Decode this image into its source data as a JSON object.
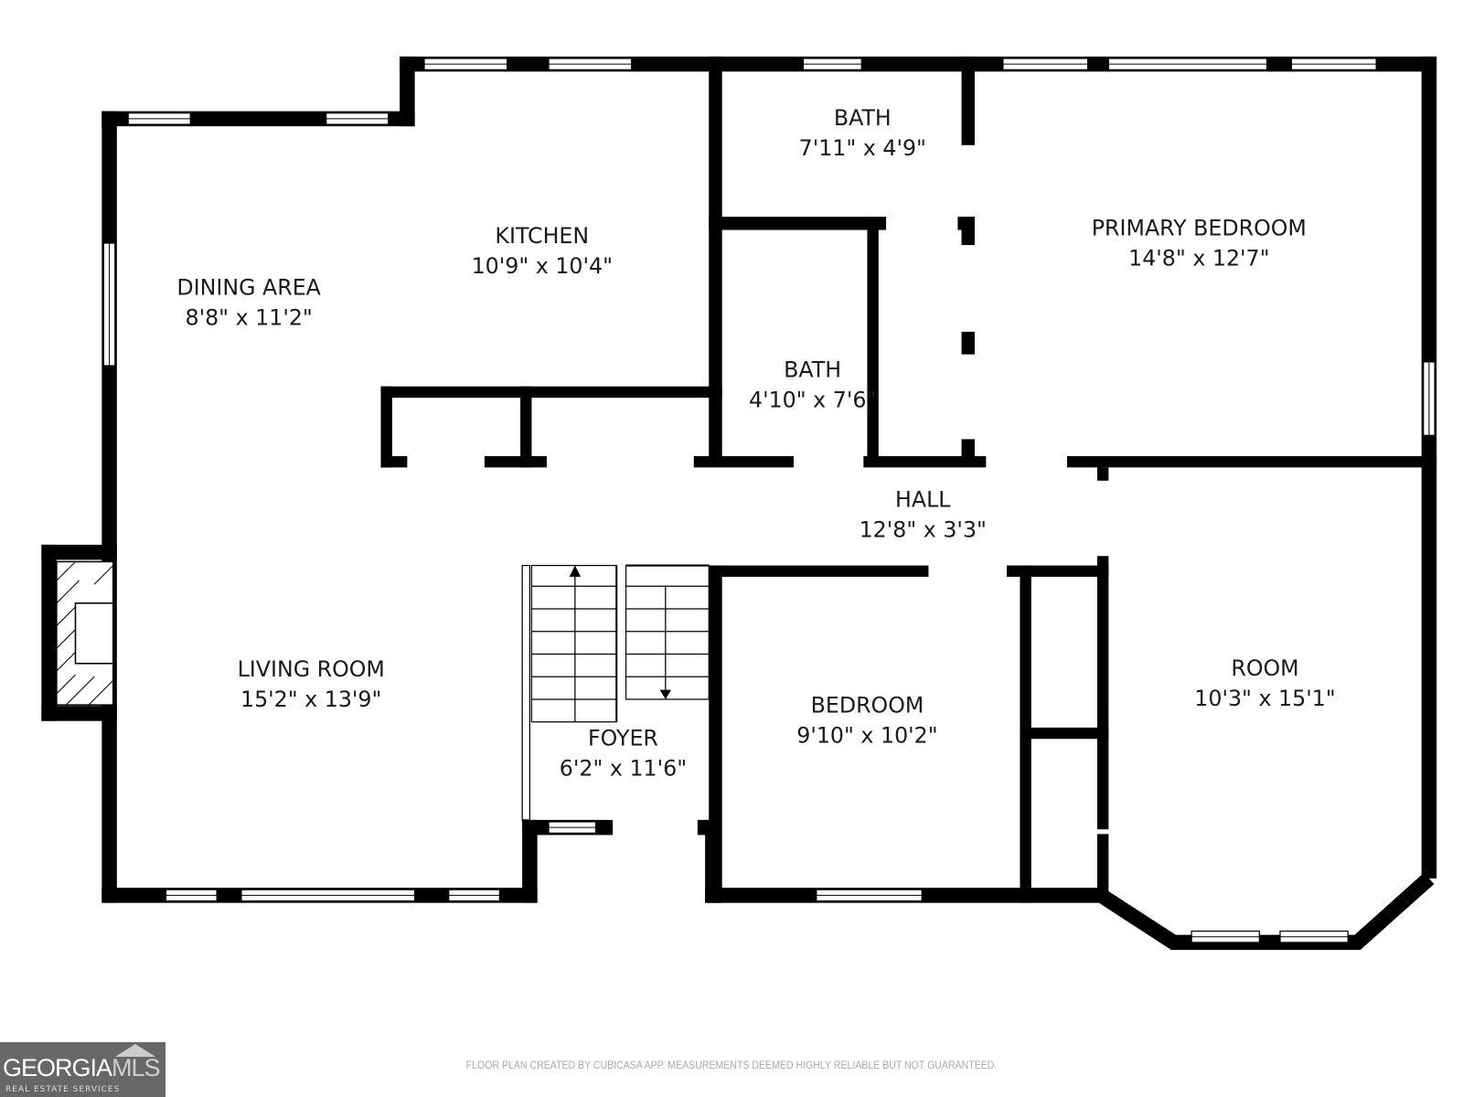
{
  "rooms": [
    {
      "name": "DINING AREA",
      "size": "8'8\" x 11'2\""
    },
    {
      "name": "KITCHEN",
      "size": "10'9\" x 10'4\""
    },
    {
      "name": "BATH",
      "size": "7'11\" x 4'9\""
    },
    {
      "name": "PRIMARY BEDROOM",
      "size": "14'8\" x 12'7\""
    },
    {
      "name": "BATH",
      "size": "4'10\" x 7'6\""
    },
    {
      "name": "HALL",
      "size": "12'8\" x 3'3\""
    },
    {
      "name": "LIVING ROOM",
      "size": "15'2\" x 13'9\""
    },
    {
      "name": "FOYER",
      "size": "6'2\" x 11'6\""
    },
    {
      "name": "BEDROOM",
      "size": "9'10\" x 10'2\""
    },
    {
      "name": "ROOM",
      "size": "10'3\" x 15'1\""
    }
  ],
  "footer": "FLOOR PLAN CREATED BY CUBICASA APP. MEASUREMENTS DEEMED HIGHLY RELIABLE BUT NOT GUARANTEED.",
  "logo": {
    "brand": "GEORGIA",
    "brand2": "MLS",
    "tagline": "REAL ESTATE SERVICES"
  },
  "colors": {
    "wall": "#000000",
    "window": "#ffffff",
    "logo_bg": "#676767"
  }
}
